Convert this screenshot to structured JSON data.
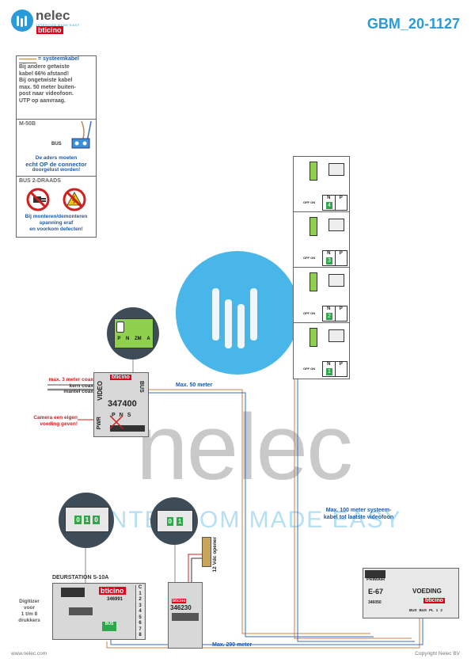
{
  "header": {
    "logo_name": "nelec",
    "logo_tagline": "INTERCOM MADE EASY",
    "logo_brand": "bticino",
    "doc_code": "GBM_20-1127"
  },
  "notes": {
    "cable_legend": "= systeemkabel",
    "cable_text": [
      "Bij andere getwiste",
      "kabel 66% afstand!",
      "Bij ongetwiste kabel",
      "max. 50 meter buiten-",
      "post naar videofoon.",
      "UTP op aanvraag."
    ],
    "m50b_title": "M-50B",
    "m50b_bus": "BUS",
    "m50b_text": [
      "De aders moeten",
      "echt OP de connector",
      "doorgelust worden!"
    ],
    "bus_title": "BUS 2-DRAADS",
    "bus_text": [
      "Bij monteren/demonteren",
      "spanning eraf",
      "en voorkom defecten!"
    ]
  },
  "module": {
    "code": "347400",
    "brand": "bticino",
    "video_label": "VIDEO",
    "bus_label": "BUS",
    "pwr_label": "PWR",
    "terminals": [
      "P",
      "N",
      "S"
    ],
    "zoom_terminals": [
      "P",
      "N",
      "ZM",
      "A"
    ],
    "coax_max": "max. 3 meter coax",
    "coax_core": "kern coax",
    "coax_shield": "mantel coax",
    "camera_note": [
      "Camera een eigen",
      "voeding geven!"
    ]
  },
  "labels": {
    "max50": "Max. 50 meter",
    "max100": [
      "Max. 100 meter systeem-",
      "kabel tot laatste videofoon"
    ],
    "max290": "Max. 290 meter",
    "opener": "12 Vdc opener"
  },
  "monitors": [
    {
      "n": "N",
      "p": "P",
      "num": "4",
      "switch": "OFF ON"
    },
    {
      "n": "N",
      "p": "P",
      "num": "3",
      "switch": "OFF ON"
    },
    {
      "n": "N",
      "p": "P",
      "num": "2",
      "switch": "OFF ON"
    },
    {
      "n": "N",
      "p": "P",
      "num": "1",
      "switch": "OFF ON"
    }
  ],
  "door": {
    "title": "DEURSTATION S-10A",
    "brand": "bticino",
    "code": "346991",
    "bus": "BUS",
    "terminals": [
      "C",
      "1",
      "2",
      "3",
      "4",
      "5",
      "6",
      "7",
      "8"
    ],
    "digitizer": [
      "Digitizer",
      "voor",
      "1 t/m 8",
      "drukkers"
    ],
    "zoom_digits": [
      "0",
      "1",
      "0"
    ]
  },
  "relay": {
    "code": "346230",
    "brand": "bticino",
    "zoom_digits": [
      "0",
      "1"
    ]
  },
  "psu": {
    "primair": "PRIMAIR",
    "model": "E-67",
    "title": "VOEDING",
    "code": "346050",
    "brand": "bticino",
    "terminals": [
      "BUS",
      "BUS",
      "PL",
      "1",
      "2"
    ]
  },
  "watermark": {
    "word": "nelec",
    "tagline": "INTERCOM MADE EASY"
  },
  "footer": {
    "left": "www.nelec.com",
    "right": "Copyright Nelec BV"
  },
  "colors": {
    "accent_blue": "#1f5aa6",
    "title_blue": "#2a9ad8",
    "red": "#d11f1f",
    "bus_green": "#2ea84a",
    "system_cable_orange": "#c8824a",
    "system_cable_blue": "#3a6cc4",
    "watermark_blue": "#2aa8e6"
  }
}
